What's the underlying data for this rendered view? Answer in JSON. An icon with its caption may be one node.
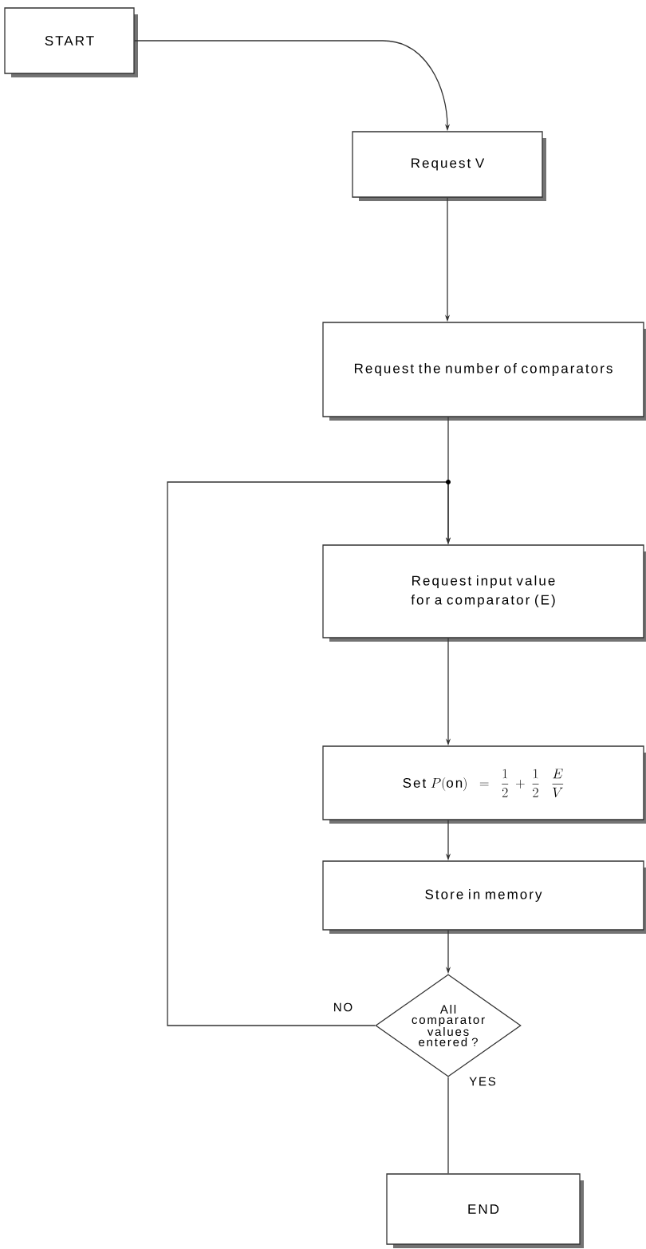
{
  "diagram": {
    "nodes": [
      {
        "text": [
          "START"
        ]
      },
      {
        "text": [
          "Request V"
        ]
      },
      {
        "text": [
          "Request the number of comparators"
        ]
      },
      {
        "text": [
          "Request input value for a comparator (E)"
        ]
      },
      {
        "text": [
          "\\text{Set } P(\\text{on}) = \\frac{1}{2} + \\frac{1}{2}\\;\\frac{E}{V}"
        ]
      },
      {
        "text": [
          "Store in memory"
        ]
      },
      {
        "text": [
          "All comparator values entered ?"
        ]
      },
      {
        "text": [
          "END"
        ]
      }
    ],
    "edges": [
      {
        "from": 0,
        "to": 1,
        "arrow": "to"
      },
      {
        "from": 1,
        "to": 2,
        "arrow": "to"
      },
      {
        "from": 2,
        "to": 3,
        "arrow": "to"
      },
      {
        "from": 3,
        "to": 4,
        "arrow": "to"
      },
      {
        "from": 4,
        "to": 5,
        "arrow": "to"
      },
      {
        "from": 5,
        "to": 6,
        "arrow": "to"
      },
      {
        "from": 6,
        "to": 3,
        "label": "NO",
        "arrow": "to"
      },
      {
        "from": 6,
        "to": 7,
        "label": "YES",
        "arrow": "none"
      }
    ]
  }
}
